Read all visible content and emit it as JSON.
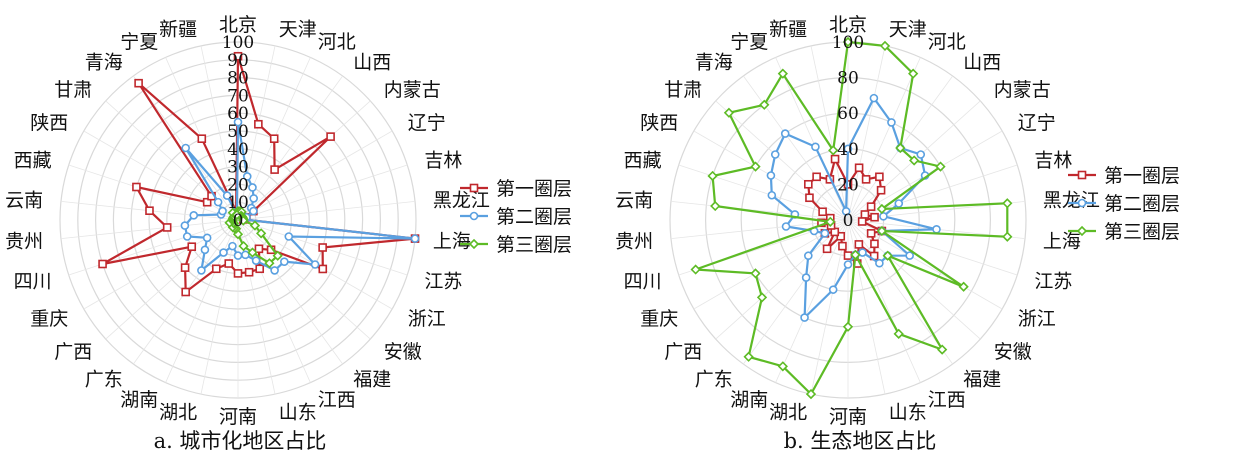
{
  "colors": {
    "first": "#c0282d",
    "second": "#5aa0e0",
    "third": "#5dbb25"
  },
  "chart_data": [
    {
      "type": "radar",
      "caption": "a. 城市化地区占比",
      "categories": [
        "北京",
        "天津",
        "河北",
        "山西",
        "内蒙古",
        "辽宁",
        "吉林",
        "黑龙江",
        "上海",
        "江苏",
        "浙江",
        "安徽",
        "福建",
        "江西",
        "山东",
        "河南",
        "湖北",
        "湖南",
        "广东",
        "广西",
        "重庆",
        "四川",
        "贵州",
        "云南",
        "西藏",
        "陕西",
        "甘肃",
        "青海",
        "宁夏",
        "新疆"
      ],
      "rlim": [
        0,
        100
      ],
      "ticks": [
        "0",
        "10",
        "20",
        "30",
        "40",
        "50",
        "60",
        "70",
        "80",
        "90",
        "100"
      ],
      "legend": "right",
      "series": [
        {
          "name": "第一圈层",
          "color_key": "first",
          "marker": "square",
          "values": [
            92,
            55,
            50,
            35,
            70,
            10,
            5,
            3,
            100,
            50,
            55,
            25,
            20,
            30,
            30,
            30,
            25,
            30,
            50,
            40,
            30,
            80,
            40,
            50,
            60,
            20,
            20,
            95,
            50,
            5
          ]
        },
        {
          "name": "第二圈层",
          "color_key": "second",
          "marker": "circle",
          "values": [
            55,
            25,
            20,
            15,
            10,
            10,
            5,
            3,
            100,
            30,
            50,
            35,
            35,
            25,
            20,
            20,
            15,
            20,
            35,
            25,
            20,
            30,
            30,
            25,
            10,
            10,
            15,
            50,
            15,
            3
          ]
        },
        {
          "name": "第三圈层",
          "color_key": "third",
          "marker": "diamond",
          "values": [
            5,
            5,
            5,
            3,
            3,
            3,
            3,
            3,
            3,
            10,
            15,
            30,
            30,
            20,
            15,
            8,
            5,
            5,
            5,
            3,
            3,
            5,
            3,
            3,
            3,
            3,
            3,
            5,
            3,
            3
          ]
        }
      ],
      "legend_labels": [
        "第一圈层",
        "第二圈层",
        "第三圈层"
      ]
    },
    {
      "type": "radar",
      "caption": "b. 生态地区占比",
      "categories": [
        "北京",
        "天津",
        "河北",
        "山西",
        "内蒙古",
        "辽宁",
        "吉林",
        "黑龙江",
        "上海",
        "江苏",
        "浙江",
        "安徽",
        "福建",
        "江西",
        "山东",
        "河南",
        "湖北",
        "湖南",
        "广东",
        "广西",
        "重庆",
        "四川",
        "贵州",
        "云南",
        "西藏",
        "陕西",
        "甘肃",
        "青海",
        "宁夏",
        "新疆"
      ],
      "rlim": [
        0,
        100
      ],
      "ticks": [
        "0",
        "20",
        "40",
        "60",
        "80",
        "100"
      ],
      "legend": "right",
      "series": [
        {
          "name": "第一圈层",
          "color_key": "first",
          "marker": "square",
          "values": [
            20,
            30,
            25,
            30,
            25,
            15,
            10,
            15,
            8,
            20,
            15,
            20,
            25,
            15,
            25,
            20,
            15,
            10,
            20,
            10,
            15,
            10,
            15,
            10,
            15,
            25,
            30,
            30,
            25,
            35
          ]
        },
        {
          "name": "第二圈层",
          "color_key": "second",
          "marker": "circle",
          "values": [
            40,
            70,
            60,
            50,
            55,
            50,
            30,
            20,
            50,
            20,
            40,
            30,
            30,
            20,
            20,
            25,
            40,
            60,
            40,
            30,
            15,
            20,
            35,
            30,
            45,
            50,
            55,
            60,
            45,
            5
          ]
        },
        {
          "name": "第三圈层",
          "color_key": "third",
          "marker": "diamond",
          "values": [
            100,
            100,
            90,
            50,
            50,
            60,
            20,
            90,
            90,
            20,
            75,
            30,
            90,
            70,
            20,
            60,
            100,
            90,
            95,
            65,
            60,
            90,
            10,
            75,
            80,
            60,
            90,
            80,
            90,
            40
          ]
        }
      ],
      "legend_labels": [
        "第一圈层",
        "第二圈层",
        "第三圈层"
      ]
    }
  ]
}
